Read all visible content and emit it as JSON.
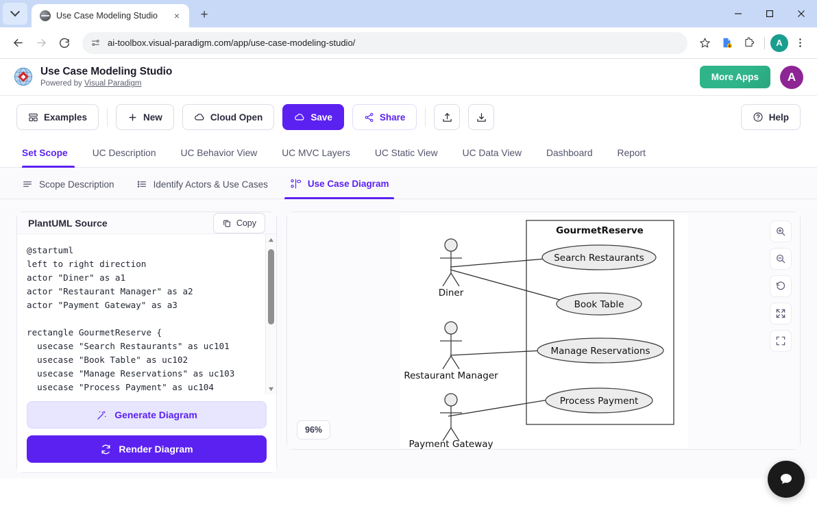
{
  "browser": {
    "tab": {
      "title": "Use Case Modeling Studio",
      "favicon": "globe-icon",
      "close": "×"
    },
    "new_tab_label": "+",
    "window_controls": {
      "minimize": "minimize-icon",
      "maximize": "maximize-icon",
      "close": "close-icon"
    },
    "nav": {
      "back": "back-arrow-icon",
      "forward": "forward-arrow-icon",
      "reload": "reload-icon"
    },
    "omnibox": {
      "url": "ai-toolbox.visual-paradigm.com/app/use-case-modeling-studio/",
      "site_settings_icon": "site-settings-icon",
      "bookmark_icon": "star-icon"
    },
    "toolbar_icons": [
      "downloads-icon",
      "extensions-icon"
    ],
    "profile_initial": "A",
    "menu_icon": "three-dot-menu-icon"
  },
  "app_header": {
    "logo": "visual-paradigm-globe-logo",
    "title": "Use Case Modeling Studio",
    "powered_prefix": "Powered by ",
    "powered_link": "Visual Paradigm",
    "more_apps_label": "More Apps",
    "avatar_initial": "A"
  },
  "action_bar": {
    "buttons": [
      {
        "label": "Examples",
        "icon": "grid-icon",
        "style": "default"
      },
      {
        "label": "New",
        "icon": "plus-icon",
        "style": "default"
      },
      {
        "label": "Cloud Open",
        "icon": "cloud-icon",
        "style": "default"
      },
      {
        "label": "Save",
        "icon": "cloud-icon",
        "style": "primary"
      },
      {
        "label": "Share",
        "icon": "share-icon",
        "style": "ghost-purple"
      }
    ],
    "icon_buttons": [
      {
        "name": "upload-button",
        "icon": "upload-icon"
      },
      {
        "name": "download-button",
        "icon": "download-icon"
      }
    ],
    "help_label": "Help",
    "help_icon": "question-circle-icon"
  },
  "main_tabs": {
    "active": "Set Scope",
    "items": [
      "Set Scope",
      "UC Description",
      "UC Behavior View",
      "UC MVC Layers",
      "UC Static View",
      "UC Data View",
      "Dashboard",
      "Report"
    ]
  },
  "sub_tabs": {
    "active": "Use Case Diagram",
    "items": [
      {
        "label": "Scope Description",
        "icon": "lines-icon"
      },
      {
        "label": "Identify Actors & Use Cases",
        "icon": "list-icon"
      },
      {
        "label": "Use Case Diagram",
        "icon": "use-case-diagram-icon"
      }
    ]
  },
  "source_panel": {
    "title": "PlantUML Source",
    "copy_label": "Copy",
    "copy_icon": "copy-icon",
    "code": "@startuml\nleft to right direction\nactor \"Diner\" as a1\nactor \"Restaurant Manager\" as a2\nactor \"Payment Gateway\" as a3\n\nrectangle GourmetReserve {\n  usecase \"Search Restaurants\" as uc101\n  usecase \"Book Table\" as uc102\n  usecase \"Manage Reservations\" as uc103\n  usecase \"Process Payment\" as uc104",
    "generate_label": "Generate Diagram",
    "generate_icon": "magic-wand-icon",
    "render_label": "Render Diagram",
    "render_icon": "refresh-icon",
    "scrollbar": {
      "up": "scroll-up-arrow",
      "down": "scroll-down-arrow"
    }
  },
  "diagram": {
    "zoom_level": "96%",
    "system_boundary": "GourmetReserve",
    "actors": [
      {
        "label": "Diner"
      },
      {
        "label": "Restaurant Manager"
      },
      {
        "label": "Payment Gateway"
      }
    ],
    "use_cases": [
      {
        "label": "Search Restaurants"
      },
      {
        "label": "Book Table"
      },
      {
        "label": "Manage Reservations"
      },
      {
        "label": "Process Payment"
      }
    ],
    "associations": [
      {
        "actor": "Diner",
        "use_case": "Search Restaurants"
      },
      {
        "actor": "Diner",
        "use_case": "Book Table"
      },
      {
        "actor": "Restaurant Manager",
        "use_case": "Manage Reservations"
      },
      {
        "actor": "Payment Gateway",
        "use_case": "Process Payment"
      }
    ],
    "tools": [
      {
        "name": "zoom-in-tool",
        "icon": "zoom-in-icon"
      },
      {
        "name": "zoom-out-tool",
        "icon": "zoom-out-icon"
      },
      {
        "name": "reset-view-tool",
        "icon": "rotate-ccw-icon"
      },
      {
        "name": "fit-screen-tool",
        "icon": "expand-arrows-icon"
      },
      {
        "name": "fullscreen-tool",
        "icon": "fullscreen-icon"
      }
    ]
  },
  "chat_widget": {
    "icon": "chat-bubble-icon"
  },
  "colors": {
    "accent_purple": "#5b21f0",
    "accent_green": "#2fb489",
    "avatar_purple": "#8d2594",
    "tabstrip_blue": "#c8d9f7"
  }
}
